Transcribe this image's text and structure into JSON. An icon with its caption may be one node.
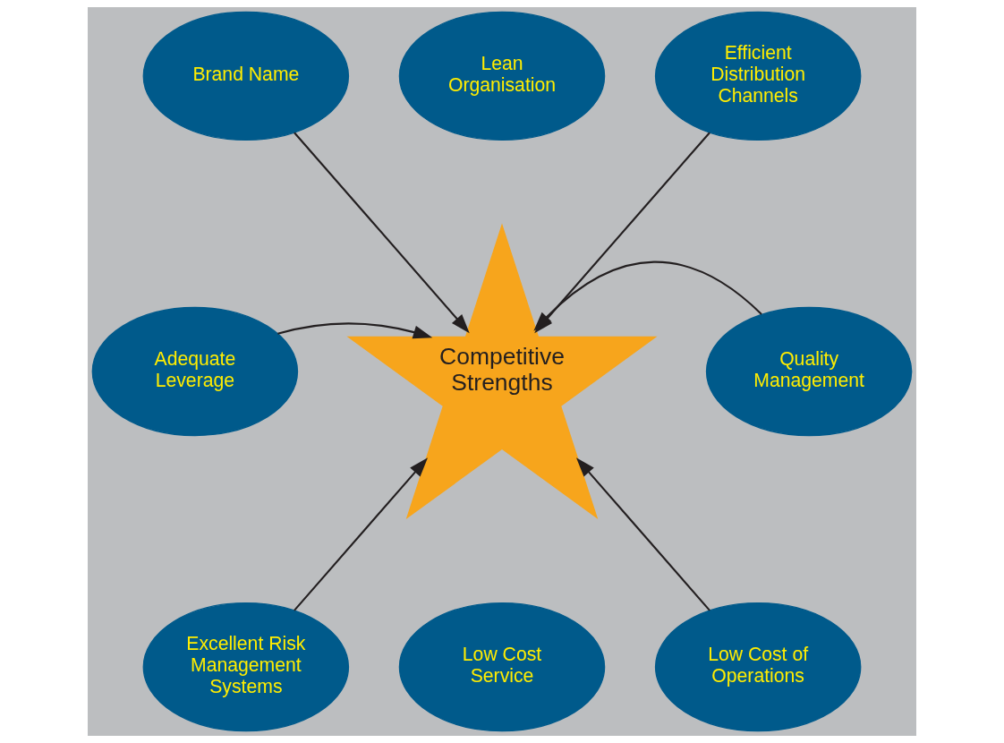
{
  "diagram": {
    "nodes": [
      {
        "text": [
          "Lean Organisation"
        ]
      },
      {
        "text": [
          "Brand Name"
        ]
      },
      {
        "text": [
          "Efficient Distribution Channels"
        ]
      },
      {
        "text": [
          "Competitive Strengths"
        ]
      },
      {
        "text": [
          "Adequate Leverage"
        ]
      },
      {
        "text": [
          "Quality Management"
        ]
      },
      {
        "text": [
          "Excellent Risk Management Systems"
        ]
      },
      {
        "text": [
          "Low Cost Service"
        ]
      },
      {
        "text": [
          "Low Cost of Operations"
        ]
      }
    ],
    "edges": [
      {
        "from": 1,
        "to": 3,
        "arrow": "to"
      },
      {
        "from": 2,
        "to": 3,
        "arrow": "to"
      },
      {
        "from": 4,
        "to": 3,
        "arrow": "to"
      },
      {
        "from": 5,
        "to": 3,
        "arrow": "to"
      },
      {
        "from": 6,
        "to": 3,
        "arrow": "to"
      },
      {
        "from": 8,
        "to": 3,
        "arrow": "to"
      }
    ]
  }
}
